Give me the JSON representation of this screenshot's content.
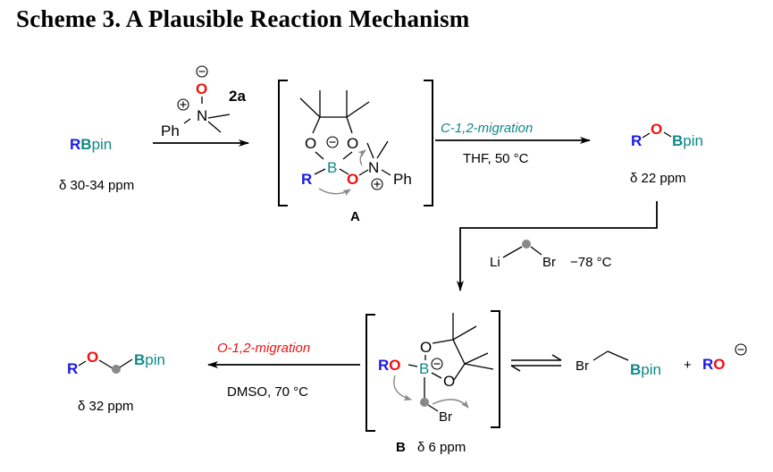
{
  "title": "Scheme 3. A Plausible Reaction Mechanism",
  "colors": {
    "R": "#1a1ae6",
    "O": "#ee1111",
    "B": "#0e8a86",
    "dot": "#888888",
    "curved_arrow": "#888888"
  },
  "start": {
    "R": "R",
    "Bpin": "Bpin",
    "shift": "δ 30-34 ppm"
  },
  "reagent_2a": {
    "label": "2a",
    "O": "O",
    "N": "N",
    "Ph": "Ph"
  },
  "intermediate_A": {
    "label": "A",
    "O1": "O",
    "O2": "O",
    "B": "B",
    "R": "R",
    "O": "O",
    "N": "N",
    "Ph": "Ph"
  },
  "step1": {
    "above": "C-1,2-migration",
    "below": "THF,  50 °C"
  },
  "product1": {
    "R": "R",
    "O": "O",
    "Bpin": "Bpin",
    "shift": "δ 22 ppm"
  },
  "step2": {
    "Li": "Li",
    "Br": "Br",
    "cond": "−78 °C"
  },
  "intermediate_B": {
    "label": "B",
    "shift": "δ 6 ppm",
    "R": "R",
    "O": "O",
    "B": "B",
    "O1": "O",
    "O2": "O",
    "Br": "Br"
  },
  "equilibrium": {
    "Br": "Br",
    "Bpin": "Bpin",
    "plus": "+",
    "R": "R",
    "O": "O"
  },
  "step3": {
    "above": "O-1,2-migration",
    "below": "DMSO, 70 °C"
  },
  "final_product": {
    "R": "R",
    "O": "O",
    "Bpin": "Bpin",
    "shift": "δ 32 ppm"
  }
}
